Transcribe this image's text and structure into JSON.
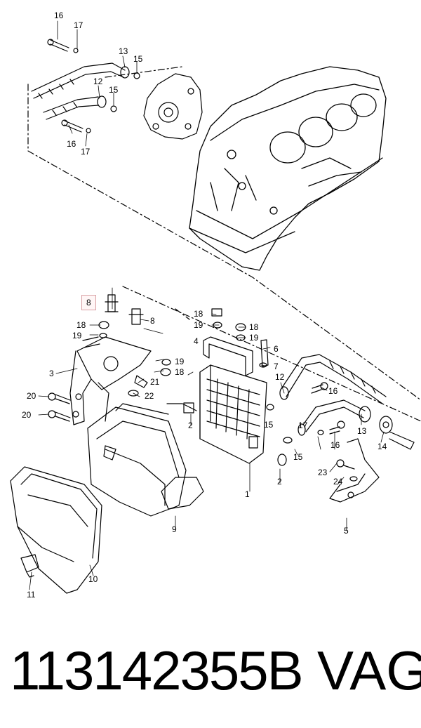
{
  "diagram": {
    "callouts": {
      "c16a": "16",
      "c17a": "17",
      "c13": "13",
      "c15a": "15",
      "c12a": "12",
      "c15b": "15",
      "c16b": "16",
      "c17b": "17",
      "c8hl": "8",
      "c8b": "8",
      "c18a": "18",
      "c19a": "19",
      "c3": "3",
      "c18b": "18",
      "c19b": "19",
      "c18c": "18",
      "c19c": "19",
      "c4": "4",
      "c6": "6",
      "c7": "7",
      "c19d": "19",
      "c18d": "18",
      "c21": "21",
      "c22": "22",
      "c20a": "20",
      "c20b": "20",
      "c2a": "2",
      "c12b": "12",
      "c16c": "16",
      "c15c": "15",
      "c17c": "17",
      "c16d": "16",
      "c13b": "13",
      "c14": "14",
      "c15d": "15",
      "c23": "23",
      "c24": "24",
      "c2b": "2",
      "c1": "1",
      "c9": "9",
      "c5": "5",
      "c10": "10",
      "c11": "11"
    }
  },
  "footer": {
    "part_number": "113142355B",
    "brand": "VAG"
  }
}
